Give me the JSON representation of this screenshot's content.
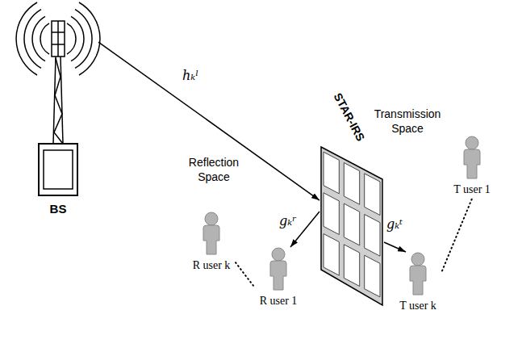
{
  "diagram": {
    "nodes": [
      {
        "text": [
          "BS"
        ]
      },
      {
        "text": [
          "Reflection Space"
        ]
      },
      {
        "text": [
          "R user k"
        ],
        "in": 1
      },
      {
        "text": [
          "R user 1"
        ],
        "in": 1
      },
      {
        "text": [
          "STAR-IRS"
        ]
      },
      {
        "text": [
          "Transmission Space"
        ]
      },
      {
        "text": [
          "T user 1"
        ],
        "in": 5
      },
      {
        "text": [
          "T user k"
        ],
        "in": 5
      }
    ],
    "edges": [
      {
        "from": 0,
        "to": 4,
        "arrow": "to",
        "label": "hₖˡ"
      },
      {
        "from": 4,
        "to": 3,
        "arrow": "to",
        "label": "gₖʳ"
      },
      {
        "from": 4,
        "to": 7,
        "arrow": "to",
        "label": "gₖᵗ"
      },
      {
        "from": 2,
        "to": 3,
        "arrow": "none"
      },
      {
        "from": 7,
        "to": 6,
        "arrow": "none"
      }
    ]
  }
}
